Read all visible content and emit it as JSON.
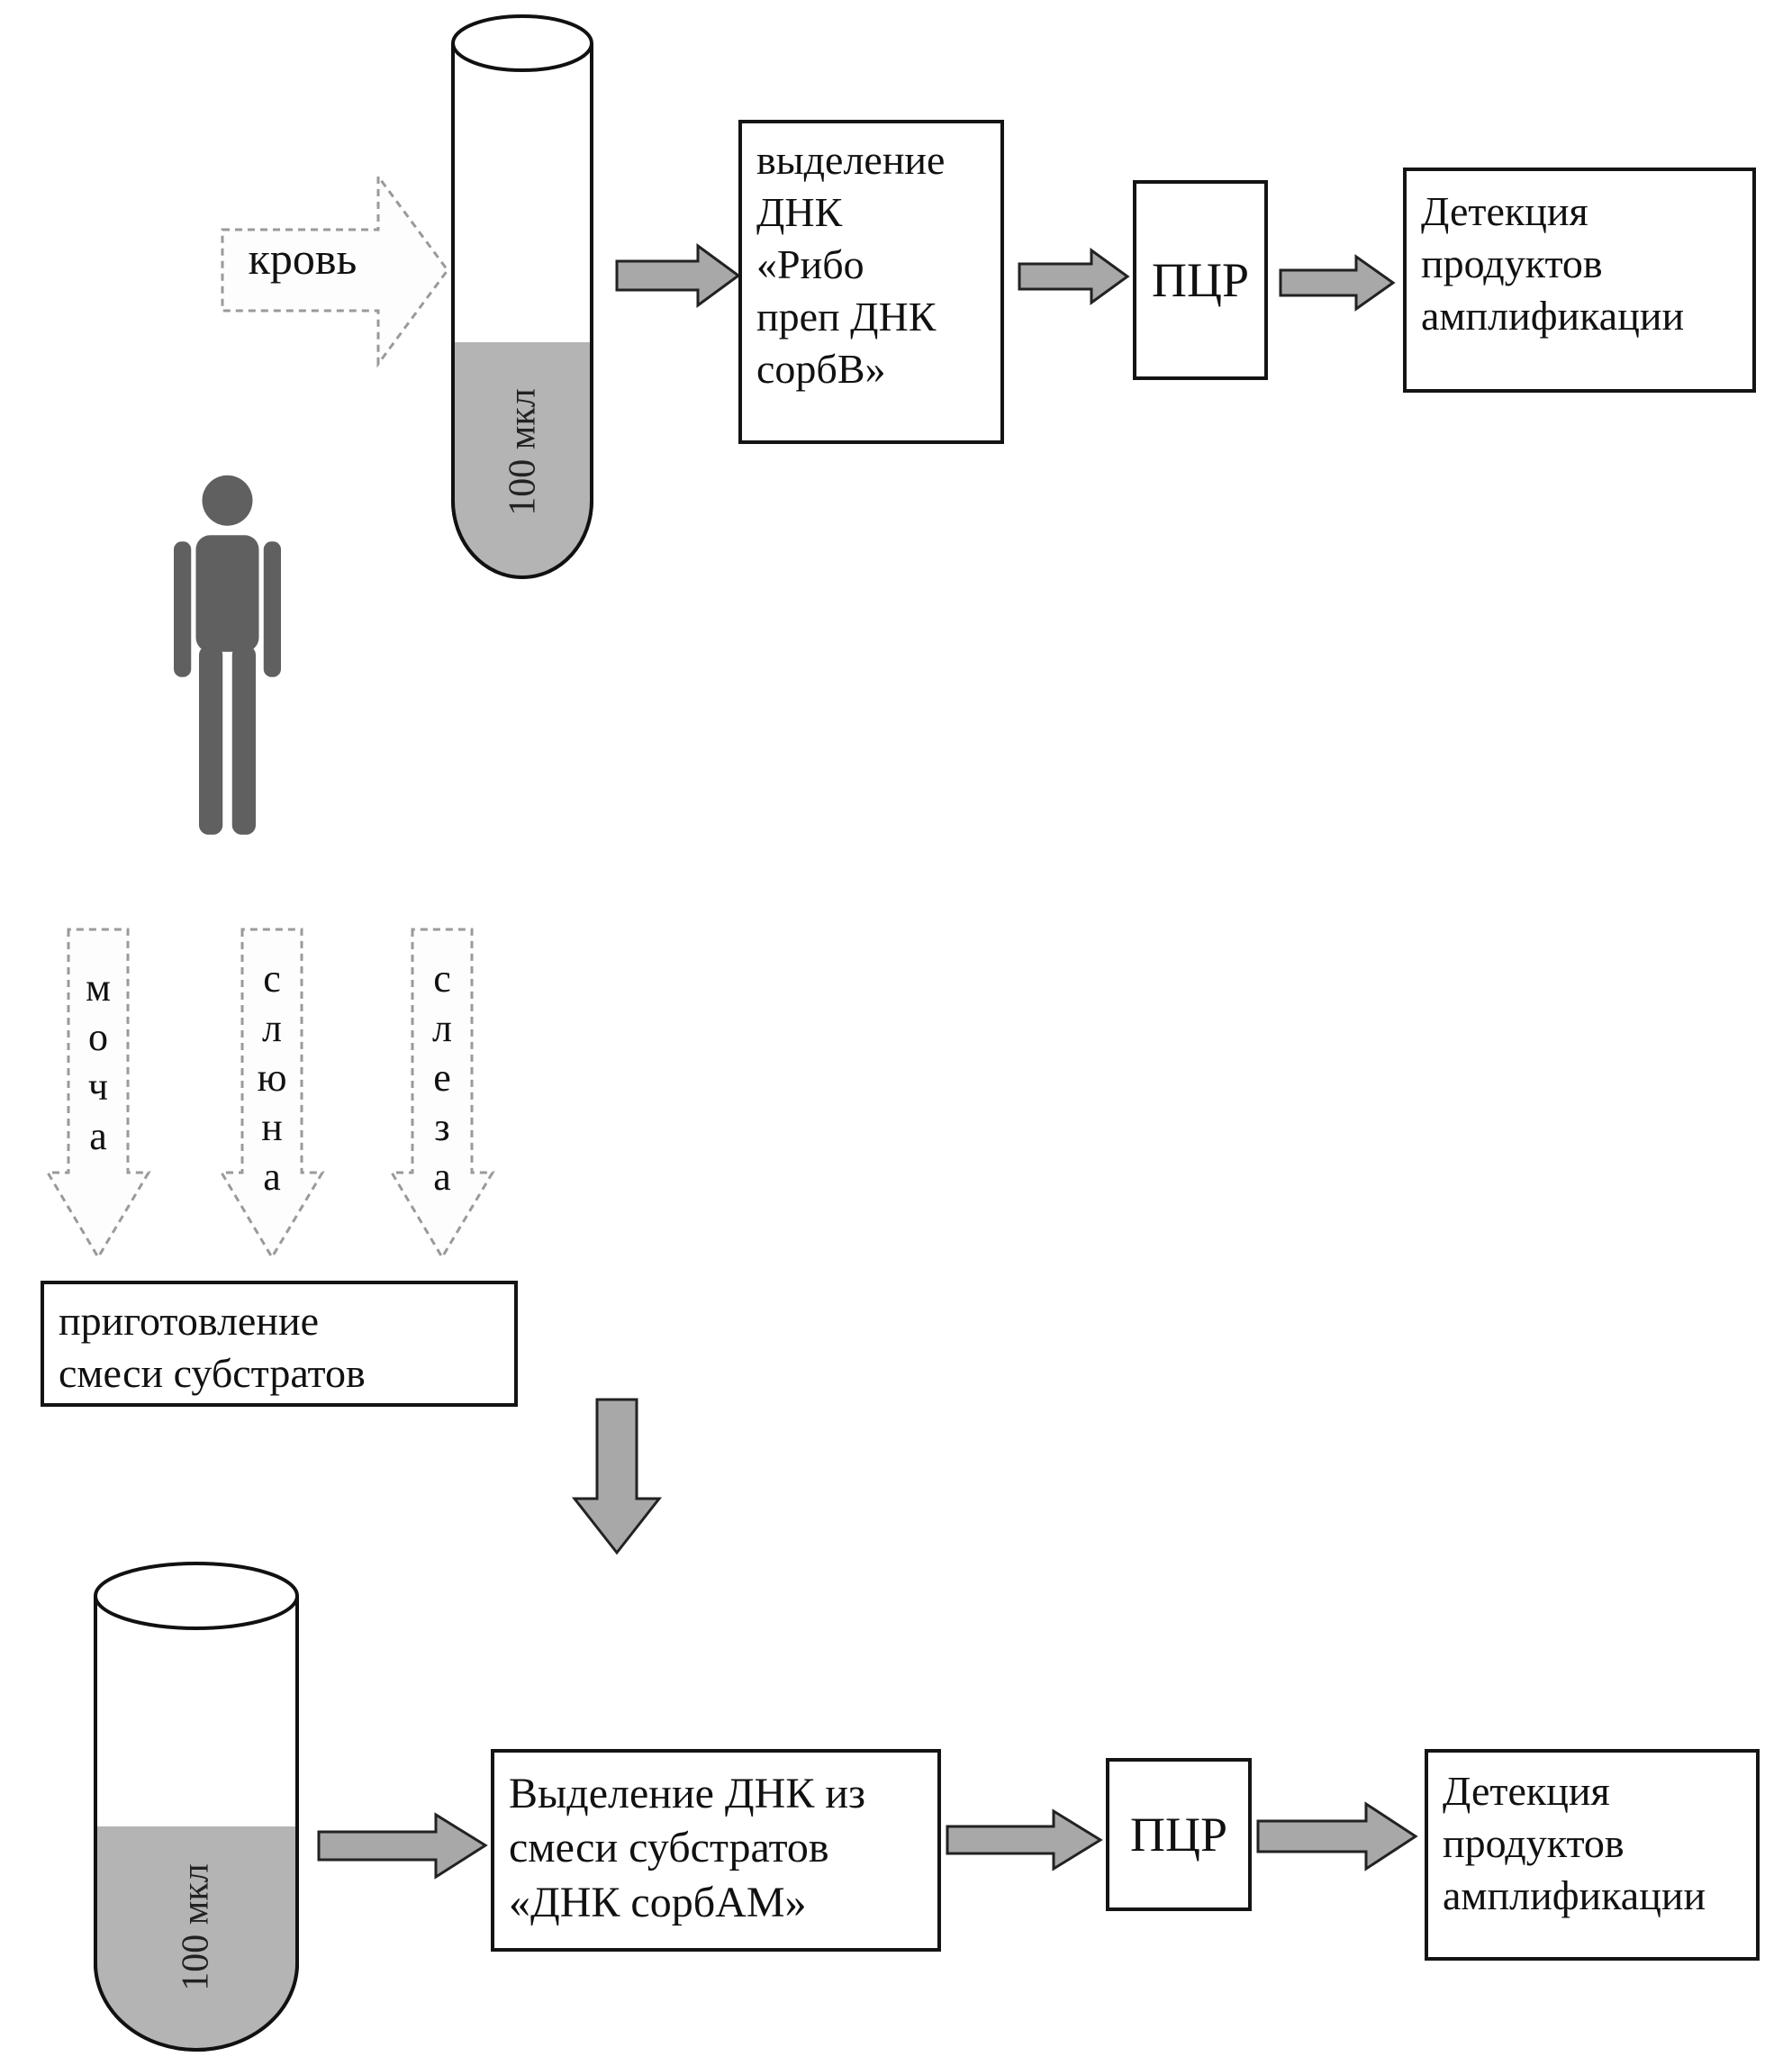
{
  "diagram": {
    "top_flow": {
      "input_label": "кровь",
      "tube_volume": "100 мкл",
      "extraction_box": "выделение\nДНК\n«Рибо\nпреп ДНК\nсорбВ»",
      "pcr_label": "ПЦР",
      "detection_label": "Детекция\nпродуктов\nамплификации"
    },
    "middle": {
      "substrate_arrows": [
        "моча",
        "слюна",
        "слеза"
      ],
      "preparation_box": "приготовление\nсмеси субстратов"
    },
    "bottom_flow": {
      "tube_volume": "100 мкл",
      "extraction_box": "Выделение ДНК из\nсмеси субстратов\n«ДНК сорбАМ»",
      "pcr_label": "ПЦР",
      "detection_label": "Детекция\nпродуктов\nамплификации"
    },
    "colors": {
      "arrow_fill": "#a8a8a8",
      "arrow_outline": "#222222",
      "dashed_arrow_outline": "#9a9a9a",
      "liquid_fill": "#b4b4b4",
      "figure_fill": "#606060",
      "box_border": "#141414"
    }
  }
}
